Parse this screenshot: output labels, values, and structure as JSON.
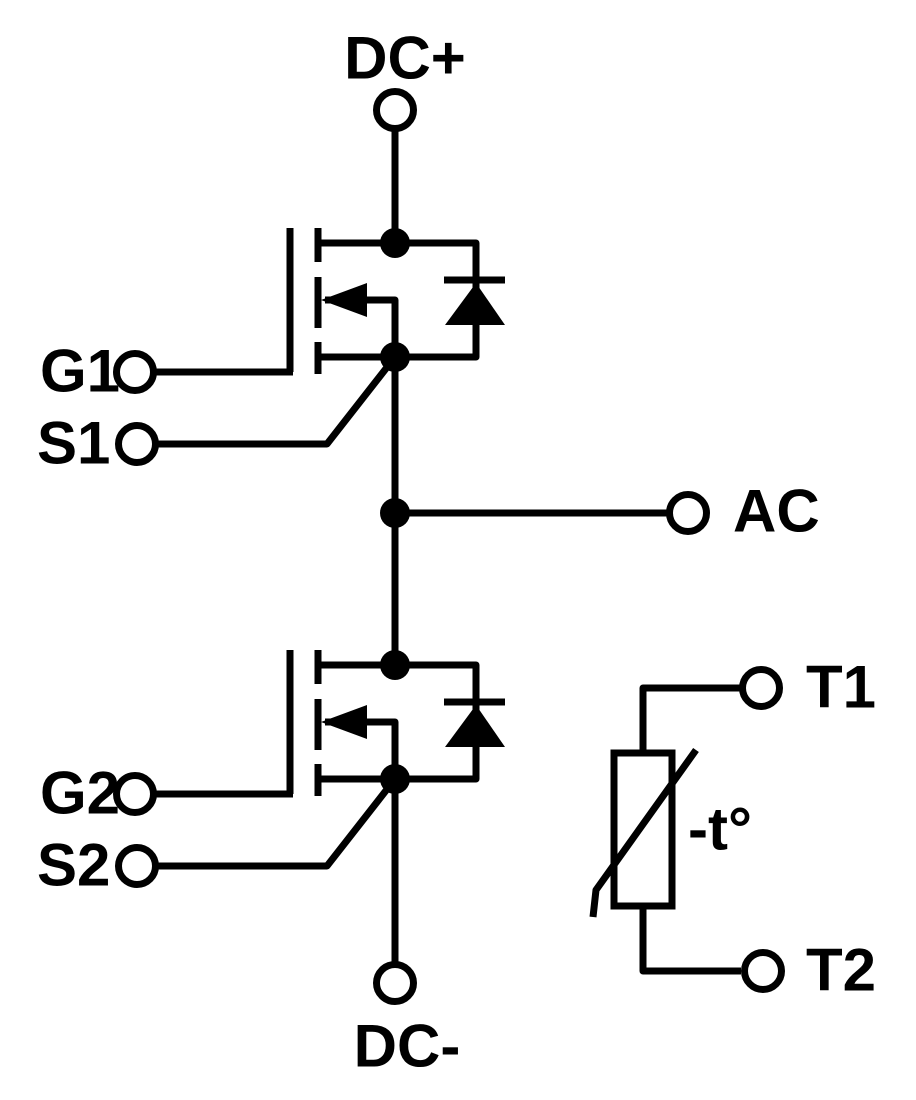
{
  "diagram": {
    "type": "circuit-schematic",
    "background_color": "#ffffff",
    "line_color": "#000000"
  },
  "terminals": {
    "dc_plus": "DC+",
    "gate1": "G1",
    "source1": "S1",
    "ac": "AC",
    "gate2": "G2",
    "source2": "S2",
    "dc_minus": "DC-",
    "t1": "T1",
    "t2": "T2"
  },
  "thermistor": {
    "label": "-t°"
  }
}
